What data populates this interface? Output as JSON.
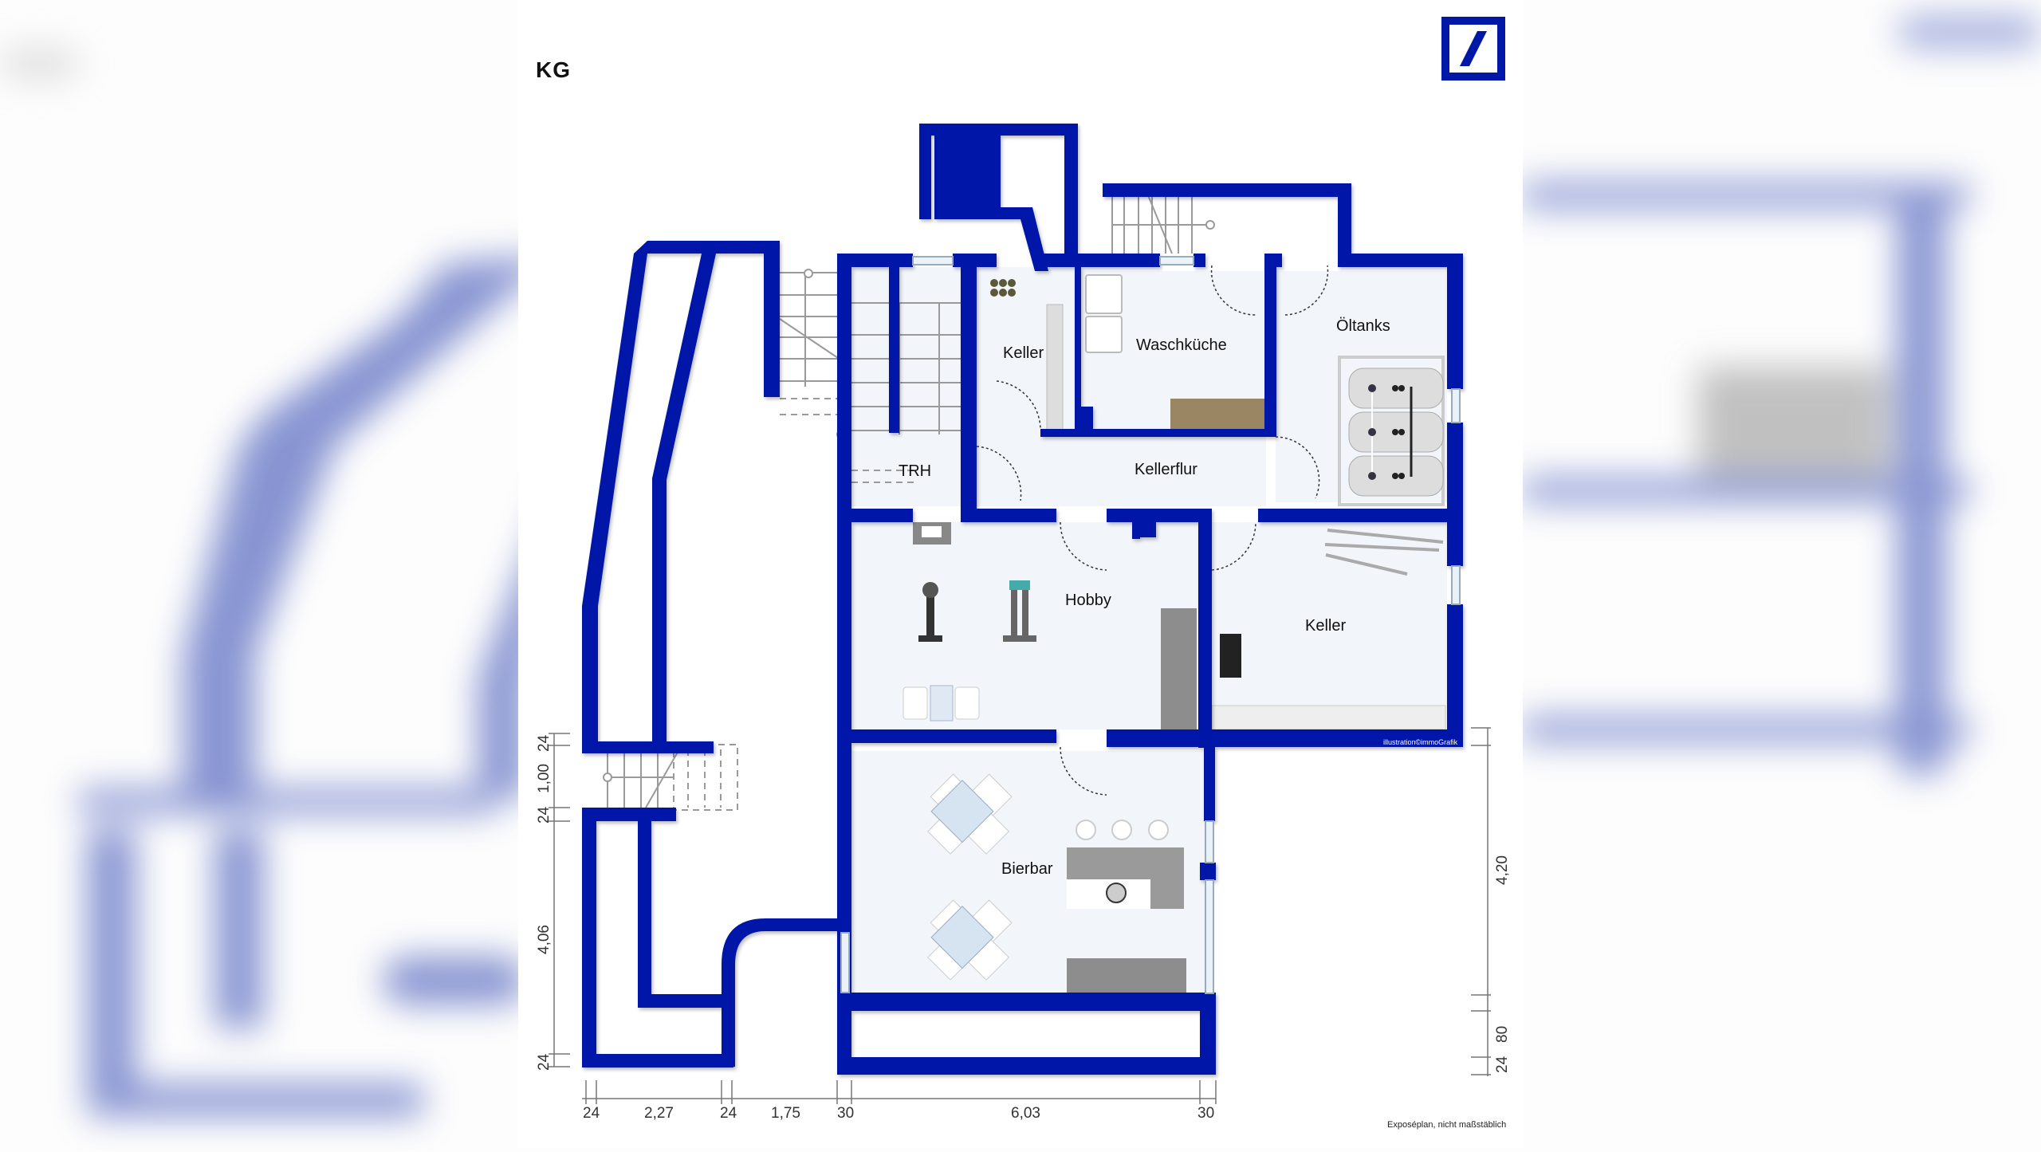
{
  "viewer": {
    "floor_label": "KG",
    "logo": "deutsche-bank-logo",
    "credit": "illustration©immoGrafik",
    "disclaimer": "Exposéplan, nicht maßstäblich"
  },
  "colors": {
    "wall": "#0018a8",
    "floor": "#f2f6fb",
    "dimension_line": "#777777",
    "stair_line": "#9a9a9a"
  },
  "rooms": [
    {
      "id": "trh",
      "label": "TRH"
    },
    {
      "id": "keller-small",
      "label": "Keller"
    },
    {
      "id": "waschkueche",
      "label": "Waschküche"
    },
    {
      "id": "oeltanks",
      "label": "Öltanks"
    },
    {
      "id": "kellerflur",
      "label": "Kellerflur"
    },
    {
      "id": "hobby",
      "label": "Hobby"
    },
    {
      "id": "keller-large",
      "label": "Keller"
    },
    {
      "id": "bierbar",
      "label": "Bierbar"
    }
  ],
  "dimensions": {
    "bottom": [
      "24",
      "2,27",
      "24",
      "1,75",
      "30",
      "6,03",
      "30"
    ],
    "left": [
      "24",
      "1,00",
      "24",
      "4,06",
      "24"
    ],
    "right": [
      "4,20",
      "80",
      "24"
    ]
  }
}
